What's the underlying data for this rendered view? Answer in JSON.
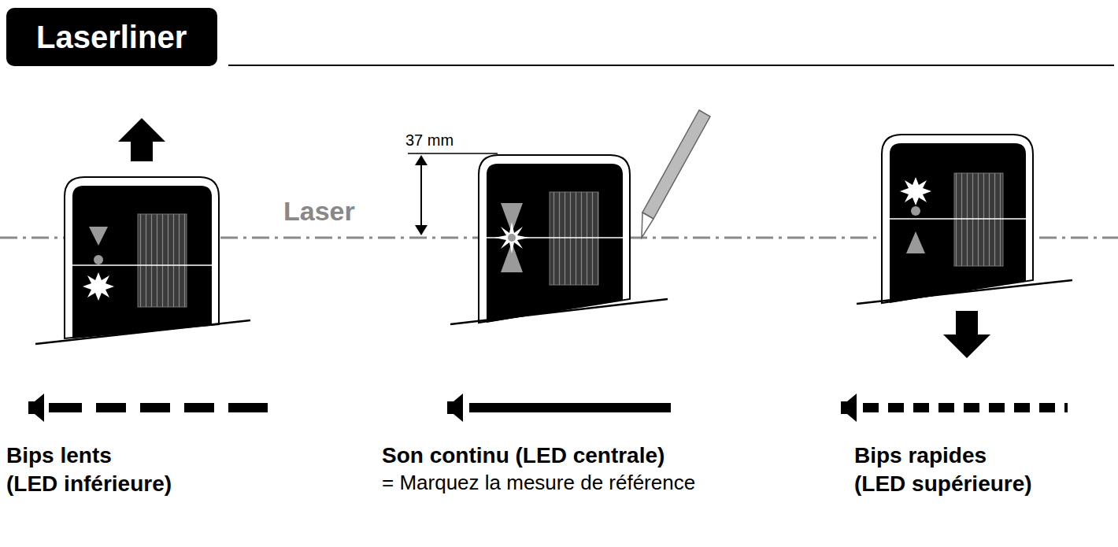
{
  "diagram": {
    "nodes": [
      {
        "text": [
          "Laserliner"
        ]
      }
    ],
    "labels": [
      "37 mm",
      "Laser",
      "Bips lents",
      "(LED inférieure)",
      "Son continu (LED centrale)",
      "= Marquez la mesure de référence",
      "Bips rapides",
      "(LED supérieure)"
    ]
  }
}
